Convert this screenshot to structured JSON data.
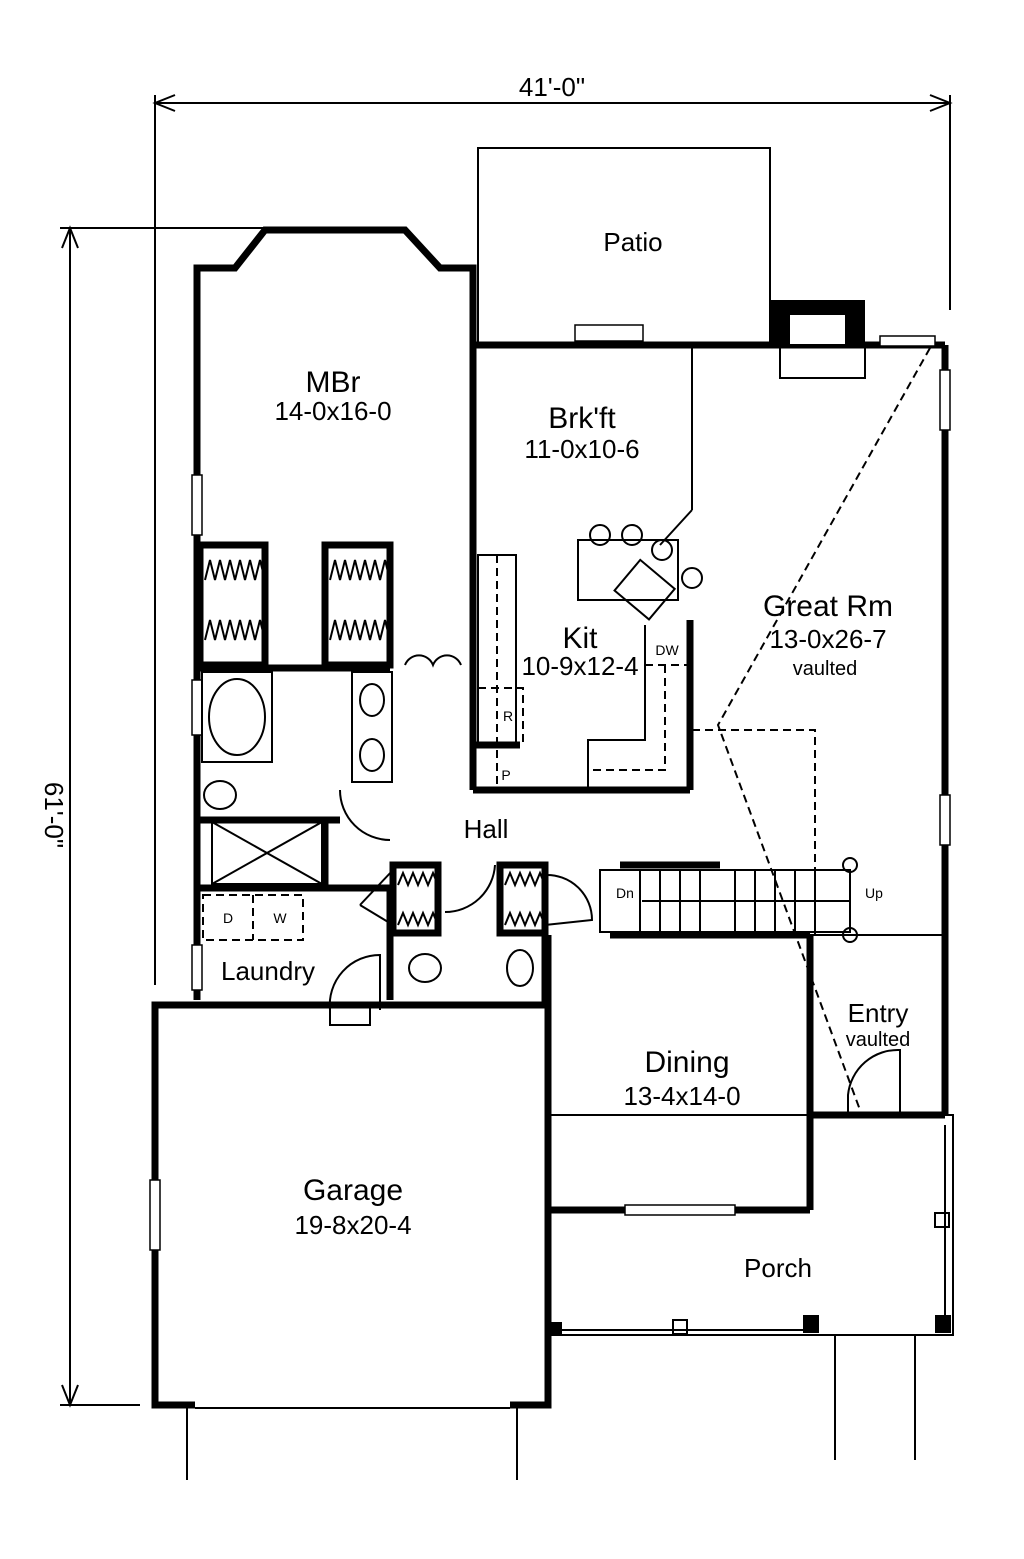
{
  "dimensions": {
    "width": "41'-0\"",
    "depth": "61'-0\""
  },
  "rooms": {
    "patio": {
      "name": "Patio"
    },
    "mbr": {
      "name": "MBr",
      "size": "14-0x16-0"
    },
    "brkft": {
      "name": "Brk'ft",
      "size": "11-0x10-6"
    },
    "kit": {
      "name": "Kit",
      "size": "10-9x12-4"
    },
    "great": {
      "name": "Great Rm",
      "size": "13-0x26-7",
      "note": "vaulted"
    },
    "hall": {
      "name": "Hall"
    },
    "laundry": {
      "name": "Laundry"
    },
    "dining": {
      "name": "Dining",
      "size": "13-4x14-0"
    },
    "entry": {
      "name": "Entry",
      "note": "vaulted"
    },
    "garage": {
      "name": "Garage",
      "size": "19-8x20-4"
    },
    "porch": {
      "name": "Porch"
    }
  },
  "fixtures": {
    "dryer": "D",
    "washer": "W",
    "dishwasher": "DW",
    "refrigerator": "R",
    "pantry": "P",
    "stairs_down": "Dn",
    "stairs_up": "Up"
  }
}
